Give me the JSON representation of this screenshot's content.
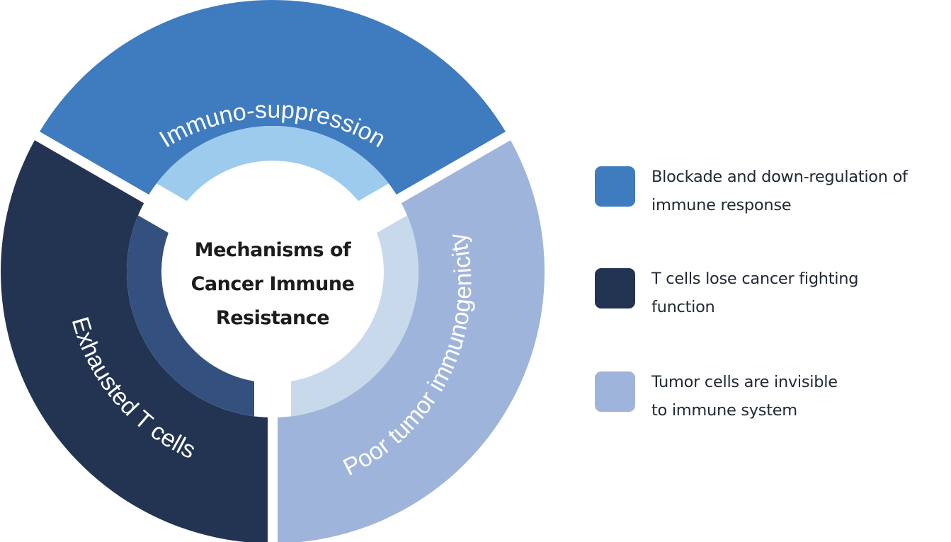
{
  "center": {
    "title_lines": [
      "Mechanisms of",
      "Cancer Immune",
      "Resistance"
    ]
  },
  "segments": [
    {
      "label": "Immuno-suppression",
      "outer_color": "#3e7bbf",
      "inner_color": "#9ccbed"
    },
    {
      "label": "Poor tumor immunogenicity",
      "outer_color": "#9fb4da",
      "inner_color": "#c8d9ec"
    },
    {
      "label": "Exhausted T cells",
      "outer_color": "#233453",
      "inner_color": "#33507f"
    }
  ],
  "legend": [
    {
      "color": "#3e7bbf",
      "lines": [
        "Blockade and down-regulation of",
        "immune response"
      ]
    },
    {
      "color": "#233453",
      "lines": [
        "T cells lose cancer fighting",
        "function"
      ]
    },
    {
      "color": "#9fb4da",
      "lines": [
        "Tumor cells are invisible",
        "to immune system"
      ]
    }
  ]
}
